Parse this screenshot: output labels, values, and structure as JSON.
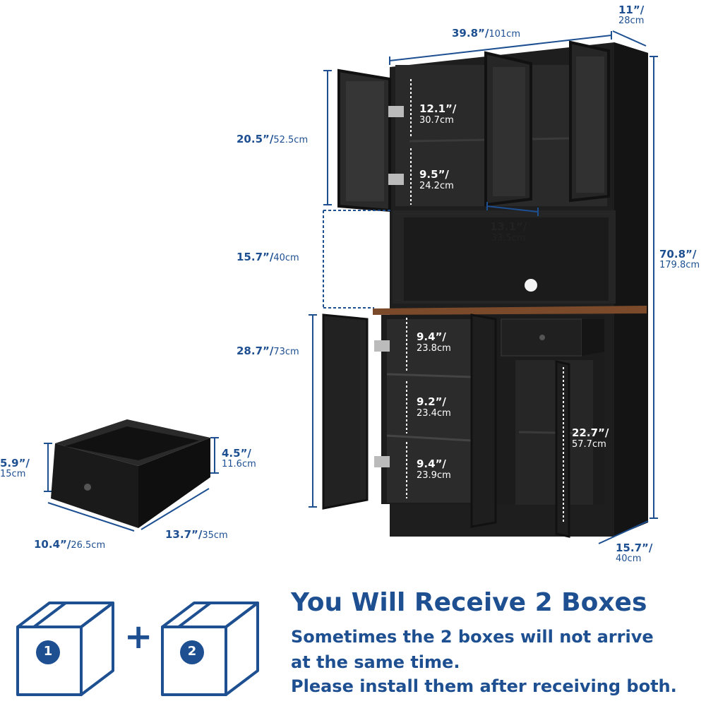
{
  "dimensions": {
    "overall_width": {
      "imperial": "39.8”/",
      "metric": "101cm"
    },
    "overall_depth": {
      "imperial": "11”/",
      "metric": "28cm"
    },
    "overall_height": {
      "imperial": "70.8”/",
      "metric": "179.8cm"
    },
    "upper_height": {
      "imperial": "20.5”/",
      "metric": "52.5cm"
    },
    "upper_shelf_top": {
      "imperial": "12.1”/",
      "metric": "30.7cm"
    },
    "upper_shelf_bottom": {
      "imperial": "9.5”/",
      "metric": "24.2cm"
    },
    "hutch_opening_width": {
      "imperial": "13.1”/",
      "metric": "33.5cm"
    },
    "hutch_height": {
      "imperial": "15.7”/",
      "metric": "40cm"
    },
    "base_height": {
      "imperial": "28.7”/",
      "metric": "73cm"
    },
    "base_shelf_top": {
      "imperial": "9.4”/",
      "metric": "23.8cm"
    },
    "base_shelf_middle": {
      "imperial": "9.2”/",
      "metric": "23.4cm"
    },
    "base_shelf_bottom": {
      "imperial": "9.4”/",
      "metric": "23.9cm"
    },
    "base_right_opening": {
      "imperial": "22.7”/",
      "metric": "57.7cm"
    },
    "base_depth": {
      "imperial": "15.7”/",
      "metric": "40cm"
    },
    "drawer_height_outer": {
      "imperial": "5.9”/",
      "metric": "15cm"
    },
    "drawer_height_inner": {
      "imperial": "4.5”/",
      "metric": "11.6cm"
    },
    "drawer_width": {
      "imperial": "10.4”/",
      "metric": "26.5cm"
    },
    "drawer_depth": {
      "imperial": "13.7”/",
      "metric": "35cm"
    }
  },
  "boxes": {
    "box1_number": "1",
    "box2_number": "2",
    "plus_sign": "+",
    "headline": "You Will Receive 2 Boxes",
    "note_line1": "Sometimes the 2 boxes will not arrive",
    "note_line2": "at the same time.",
    "note_line3": "Please install them after receiving both."
  },
  "colors": {
    "accent": "#1d4f91",
    "cabinet": "#1a1a1a",
    "countertop": "#7a4a2a"
  }
}
